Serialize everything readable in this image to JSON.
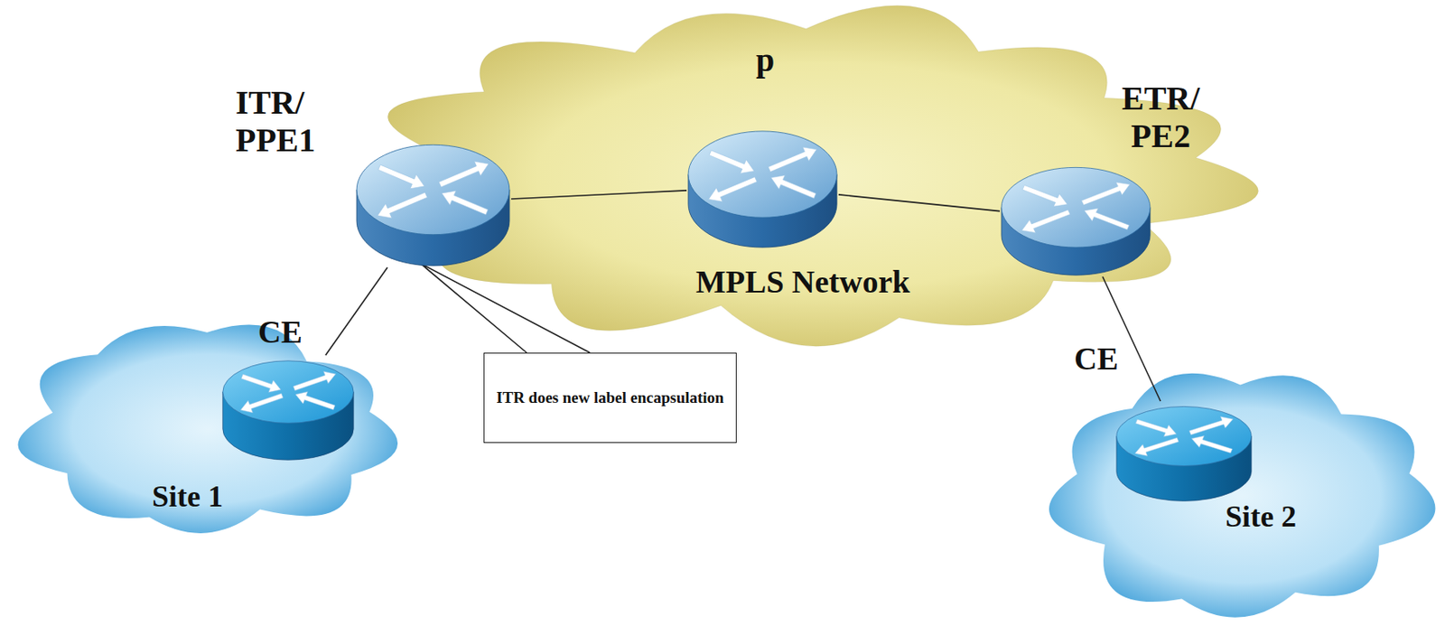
{
  "diagram": {
    "nodes": [
      {
        "text": [
          "MPLS Network"
        ]
      },
      {
        "text": [
          "ITR/ PPE1"
        ],
        "in": 0
      },
      {
        "text": [
          "p"
        ],
        "in": 0
      },
      {
        "text": [
          "ETR/ PE2"
        ],
        "in": 0
      },
      {
        "text": [
          "Site 1"
        ]
      },
      {
        "text": [
          "CE"
        ],
        "in": 4
      },
      {
        "text": [
          "Site 2"
        ]
      },
      {
        "text": [
          "CE"
        ],
        "in": 6
      },
      {
        "text": [
          "ITR does new label encapsulation"
        ]
      }
    ],
    "edges": [
      {
        "from": 1,
        "to": 2,
        "arrow": "none"
      },
      {
        "from": 2,
        "to": 3,
        "arrow": "none"
      },
      {
        "from": 1,
        "to": 5,
        "arrow": "none"
      },
      {
        "from": 3,
        "to": 7,
        "arrow": "none"
      },
      {
        "from": 8,
        "to": 1,
        "arrow": "none"
      }
    ]
  }
}
